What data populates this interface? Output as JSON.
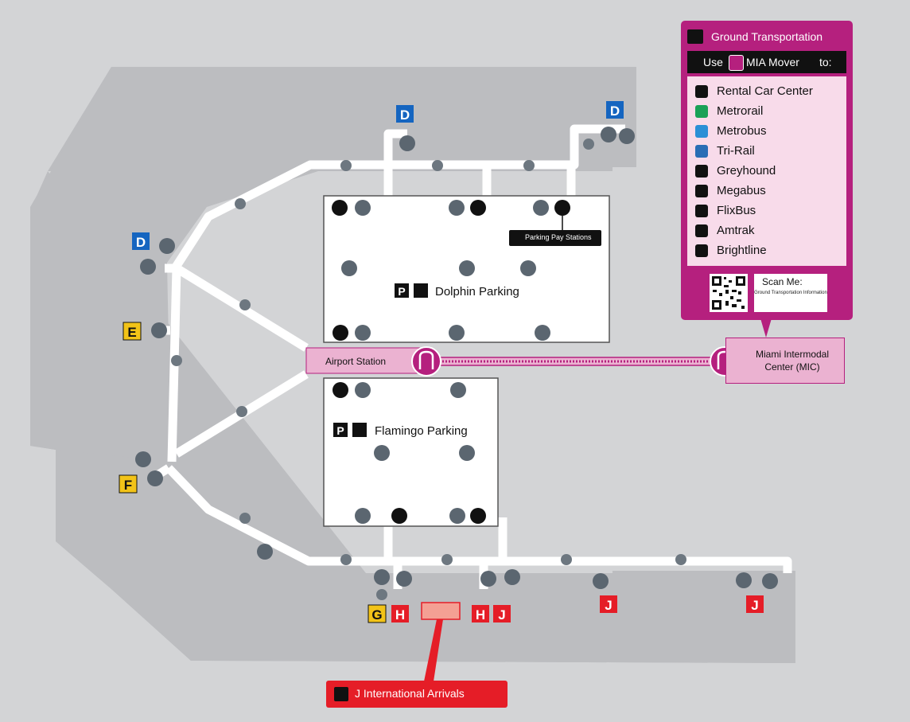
{
  "ground_transportation": {
    "title": "Ground Transportation",
    "use_label": "Use",
    "mover_label": "MIA Mover",
    "to_label": "to:",
    "destinations": [
      {
        "label": "Rental Car Center",
        "icon": "car-icon",
        "color": "#111111"
      },
      {
        "label": "Metrorail",
        "icon": "metrorail-icon",
        "color": "#1aa157"
      },
      {
        "label": "Metrobus",
        "icon": "metrobus-icon",
        "color": "#2b8fd6"
      },
      {
        "label": "Tri-Rail",
        "icon": "tri-rail-icon",
        "color": "#2a6db5"
      },
      {
        "label": "Greyhound",
        "icon": "greyhound-icon",
        "color": "#111111"
      },
      {
        "label": "Megabus",
        "icon": "bus-icon",
        "color": "#111111"
      },
      {
        "label": "FlixBus",
        "icon": "flixbus-icon",
        "color": "#111111"
      },
      {
        "label": "Amtrak",
        "icon": "amtrak-icon",
        "color": "#111111"
      },
      {
        "label": "Brightline",
        "icon": "train-icon",
        "color": "#111111"
      }
    ],
    "scan_label": "Scan Me:",
    "scan_caption": "Ground Transportation Information"
  },
  "stations": {
    "airport_station": "Airport  Station",
    "mic": "Miami Intermodal Center  (MIC)"
  },
  "parking": {
    "dolphin": "Dolphin Parking",
    "flamingo": "Flamingo Parking",
    "pay_stations": "Parking Pay Stations",
    "parking_symbol": "P"
  },
  "concourses": {
    "d": "D",
    "e": "E",
    "f": "F",
    "g": "G",
    "h": "H",
    "j": "J"
  },
  "arrivals": {
    "label": "J International Arrivals"
  },
  "colors": {
    "background": "#d3d4d6",
    "terminal": "#bcbdc0",
    "walkway": "#ffffff",
    "transport": "#b5207e",
    "station": "#ebb2d1",
    "arrivals": "#e51d27",
    "concourse_d": "#1565c0",
    "concourse_yellow": "#f2c318",
    "concourse_red": "#e51d27"
  }
}
